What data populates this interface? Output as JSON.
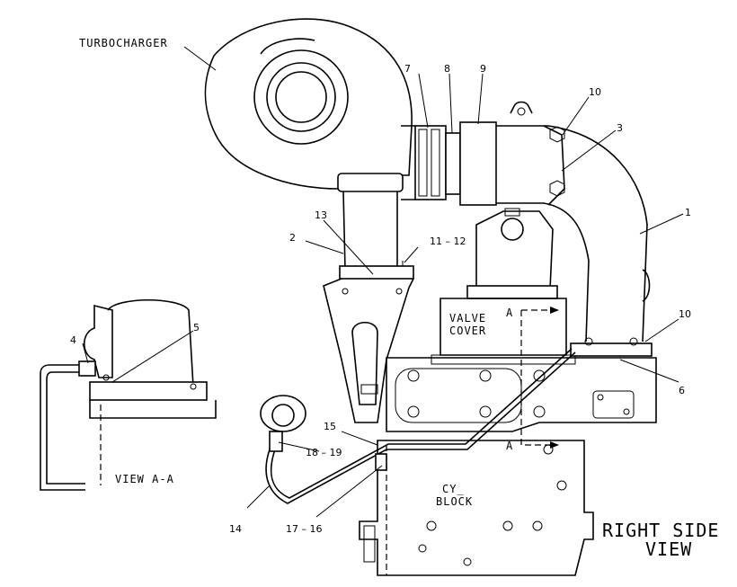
{
  "labels": {
    "turbocharger": "TURBOCHARGER",
    "valve_cover_1": "VALVE",
    "valve_cover_2": "COVER",
    "cy_block_1": "CY_",
    "cy_block_2": "BLOCK",
    "view_aa": "VIEW A-A",
    "right_side_1": "RIGHT SIDE",
    "right_side_2": "VIEW",
    "section_a_top": "A",
    "section_a_bottom": "A"
  },
  "callouts": {
    "c1": "1",
    "c2": "2",
    "c3": "3",
    "c4": "4",
    "c5": "5",
    "c6": "6",
    "c7": "7",
    "c8": "8",
    "c9": "9",
    "c10a": "10",
    "c10b": "10",
    "c11_12": "11 – 12",
    "c13": "13",
    "c14": "14",
    "c15": "15",
    "c17_16": "17 – 16",
    "c18_19": "18 – 19"
  }
}
